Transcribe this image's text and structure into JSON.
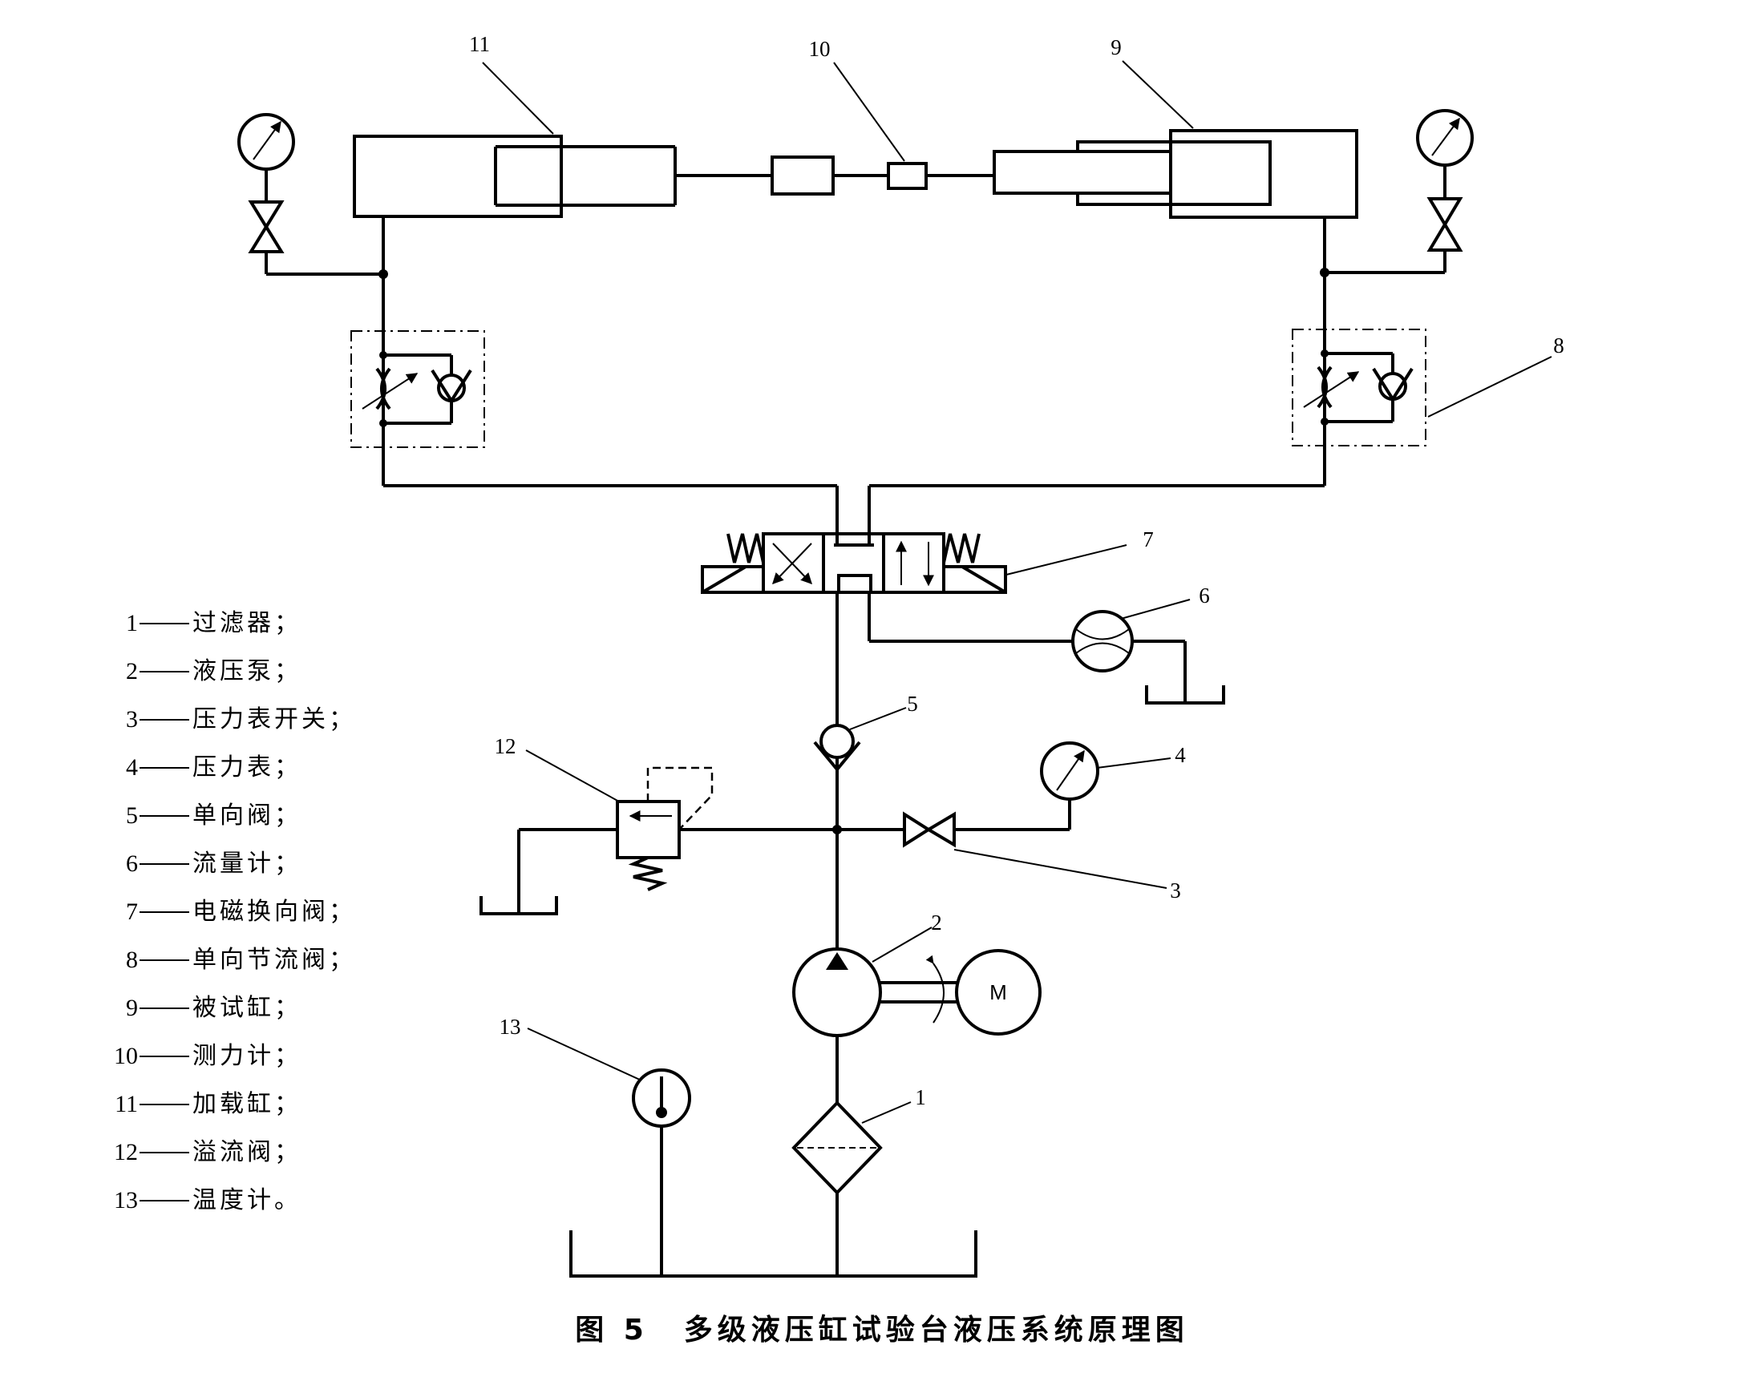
{
  "figure": {
    "label": "图 5",
    "title": "多级液压缸试验台液压系统原理图"
  },
  "callouts": [
    "1",
    "2",
    "3",
    "4",
    "5",
    "6",
    "7",
    "8",
    "9",
    "10",
    "11",
    "12",
    "13"
  ],
  "motor_label": "M",
  "legend": [
    {
      "num": "1",
      "name": "过滤器；"
    },
    {
      "num": "2",
      "name": "液压泵；"
    },
    {
      "num": "3",
      "name": "压力表开关；"
    },
    {
      "num": "4",
      "name": "压力表；"
    },
    {
      "num": "5",
      "name": "单向阀；"
    },
    {
      "num": "6",
      "name": "流量计；"
    },
    {
      "num": "7",
      "name": "电磁换向阀；"
    },
    {
      "num": "8",
      "name": "单向节流阀；"
    },
    {
      "num": "9",
      "name": "被试缸；"
    },
    {
      "num": "10",
      "name": "测力计；"
    },
    {
      "num": "11",
      "name": "加载缸；"
    },
    {
      "num": "12",
      "name": "溢流阀；"
    },
    {
      "num": "13",
      "name": "温度计。"
    }
  ]
}
